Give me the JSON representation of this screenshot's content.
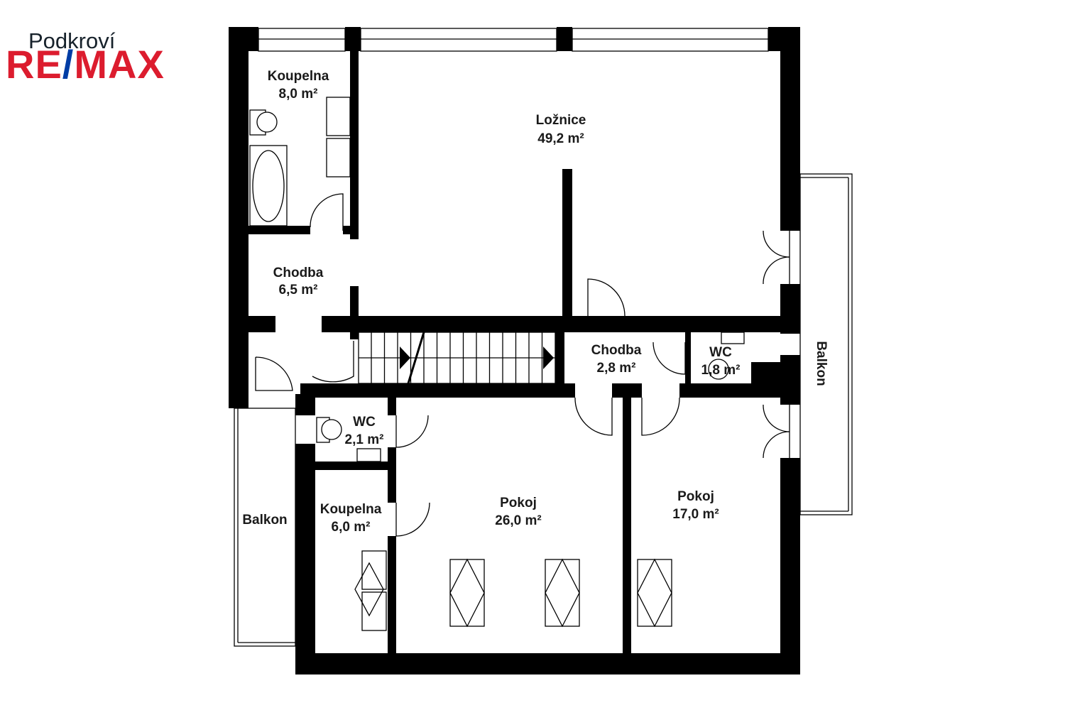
{
  "header": {
    "floor_title": "Podkroví",
    "brand": {
      "part1": "RE",
      "slash": "/",
      "part2": "MAX",
      "color_red": "#dc1c2e",
      "color_blue": "#003da5"
    }
  },
  "rooms": [
    {
      "name": "Koupelna",
      "area": "8,0 m²"
    },
    {
      "name": "Ložnice",
      "area": "49,2 m²"
    },
    {
      "name": "Chodba",
      "area": "6,5 m²"
    },
    {
      "name": "Chodba",
      "area": "2,8 m²"
    },
    {
      "name": "WC",
      "area": "1,8 m²"
    },
    {
      "name": "WC",
      "area": "2,1 m²"
    },
    {
      "name": "Koupelna",
      "area": "6,0 m²"
    },
    {
      "name": "Pokoj",
      "area": "26,0 m²"
    },
    {
      "name": "Pokoj",
      "area": "17,0 m²"
    },
    {
      "name": "Balkon",
      "area": ""
    },
    {
      "name": "Balkon",
      "area": ""
    }
  ]
}
